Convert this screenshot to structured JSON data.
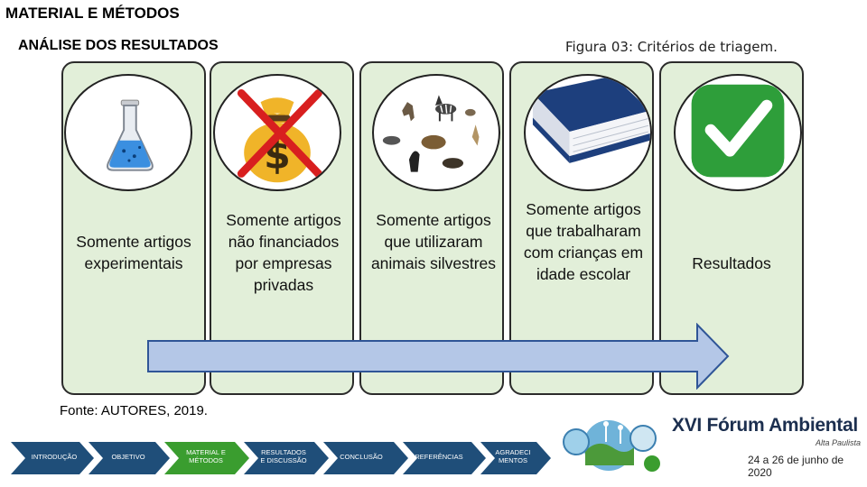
{
  "header": {
    "section_title": "MATERIAL E MÉTODOS",
    "subsection_title": "ANÁLISE DOS RESULTADOS",
    "figure_caption": "Figura 03: Critérios de triagem."
  },
  "steps": [
    {
      "label": "Somente artigos experimentais",
      "icon": "flask-icon"
    },
    {
      "label": "Somente artigos não financiados por empresas privadas",
      "icon": "crossed-money-bag-icon"
    },
    {
      "label": "Somente artigos que utilizaram animais silvestres",
      "icon": "wild-animals-icon"
    },
    {
      "label": "Somente artigos que trabalharam com crianças em idade escolar",
      "icon": "book-icon"
    },
    {
      "label": "Resultados",
      "icon": "checkmark-icon"
    }
  ],
  "source": "Fonte: AUTORES, 2019.",
  "nav": [
    {
      "label": "INTRODUÇÃO",
      "color": "#1f4e79"
    },
    {
      "label": "OBJETIVO",
      "color": "#1f4e79"
    },
    {
      "label": "MATERIAL E MÉTODOS",
      "color": "#3a9d2f"
    },
    {
      "label": "RESULTADOS E DISCUSSÃO",
      "color": "#1f4e79"
    },
    {
      "label": "CONCLUSÃO",
      "color": "#1f4e79"
    },
    {
      "label": "REFERÊNCIAS",
      "color": "#1f4e79"
    },
    {
      "label": "AGRADECIMENTOS",
      "color": "#1f4e79"
    }
  ],
  "event": {
    "title": "XVI Fórum Ambiental",
    "place": "Alta Paulista",
    "date": "24 a 26 de junho de 2020"
  },
  "colors": {
    "card_fill": "#e2efd9",
    "arrow_fill": "#b4c7e7",
    "arrow_stroke": "#2f5597",
    "check_green": "#2e9e3a"
  }
}
